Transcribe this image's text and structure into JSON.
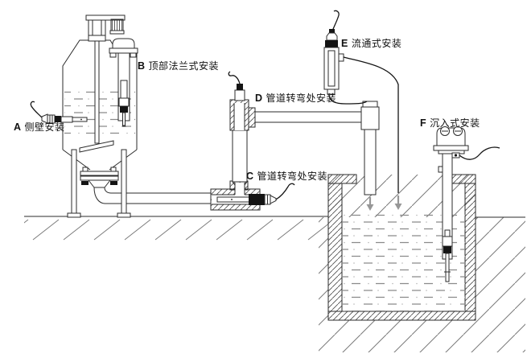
{
  "labels": {
    "a": {
      "letter": "A",
      "text": "侧壁安装"
    },
    "b": {
      "letter": "B",
      "text": "顶部法兰式安装"
    },
    "c": {
      "letter": "C",
      "text": "管道转弯处安装"
    },
    "d": {
      "letter": "D",
      "text": "管道转弯处安装"
    },
    "e": {
      "letter": "E",
      "text": "流通式安装"
    },
    "f": {
      "letter": "F",
      "text": "沉入式安装"
    }
  },
  "colors": {
    "line": "#2b2b2b",
    "section_hatch": "#4a4a4a",
    "soil_hatch": "#7a7a7a",
    "liquid_dash": "#8a8a8a",
    "flow_arrow": "#979797",
    "background": "#ffffff"
  }
}
